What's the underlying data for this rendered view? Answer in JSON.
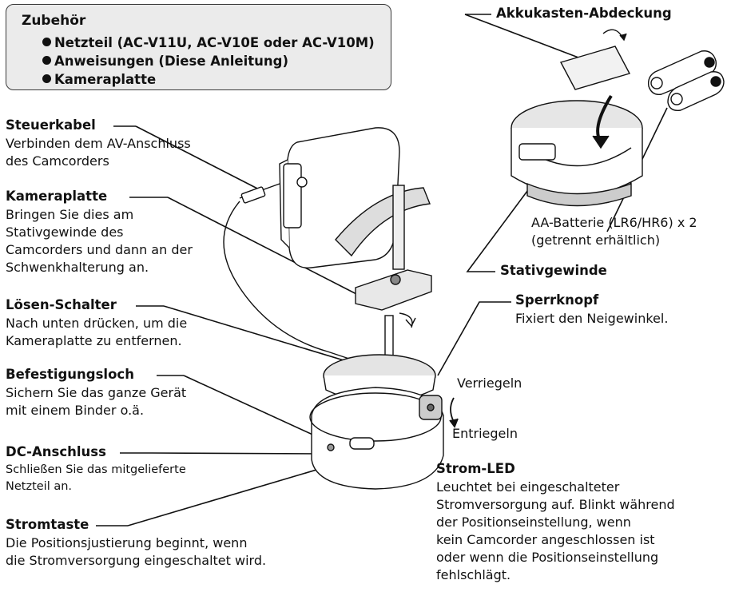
{
  "accessories": {
    "title": "Zubehör",
    "items": [
      "Netzteil (AC-V11U, AC-V10E oder AC-V10M)",
      "Anweisungen (Diese Anleitung)",
      "Kameraplatte"
    ]
  },
  "callouts": {
    "steuerkabel": {
      "label": "Steuerkabel",
      "desc": [
        "Verbinden dem AV-Anschluss",
        "des Camcorders"
      ]
    },
    "kameraplatte": {
      "label": "Kameraplatte",
      "desc": [
        "Bringen Sie dies am",
        "Stativgewinde des",
        "Camcorders und dann an der",
        "Schwenkhalterung an."
      ]
    },
    "loesen": {
      "label": "Lösen-Schalter",
      "desc": [
        "Nach unten drücken, um die",
        "Kameraplatte zu entfernen."
      ]
    },
    "befestigung": {
      "label": "Befestigungsloch",
      "desc": [
        "Sichern Sie das ganze Gerät",
        "mit einem Binder o.ä."
      ]
    },
    "dc": {
      "label": "DC-Anschluss",
      "desc": [
        "Schließen Sie das mitgelieferte",
        "Netzteil an."
      ]
    },
    "stromtaste": {
      "label": "Stromtaste",
      "desc": [
        "Die Positionsjustierung beginnt, wenn",
        "die Stromversorgung eingeschaltet wird."
      ]
    },
    "akku": {
      "label": "Akkukasten-Abdeckung"
    },
    "batterie": {
      "desc": [
        "AA-Batterie (LR6/HR6) x 2",
        "(getrennt erhältlich)"
      ]
    },
    "stativ": {
      "label": "Stativgewinde"
    },
    "sperrknopf": {
      "label": "Sperrknopf",
      "desc": [
        "Fixiert den Neigewinkel."
      ]
    },
    "verriegeln": "Verriegeln",
    "entriegeln": "Entriegeln",
    "stromled": {
      "label": "Strom-LED",
      "desc": [
        "Leuchtet bei eingeschalteter",
        "Stromversorgung auf. Blinkt während",
        "der Positionseinstellung, wenn",
        "kein Camcorder angeschlossen ist",
        "oder wenn die Positionseinstellung",
        "fehlschlägt."
      ]
    }
  }
}
